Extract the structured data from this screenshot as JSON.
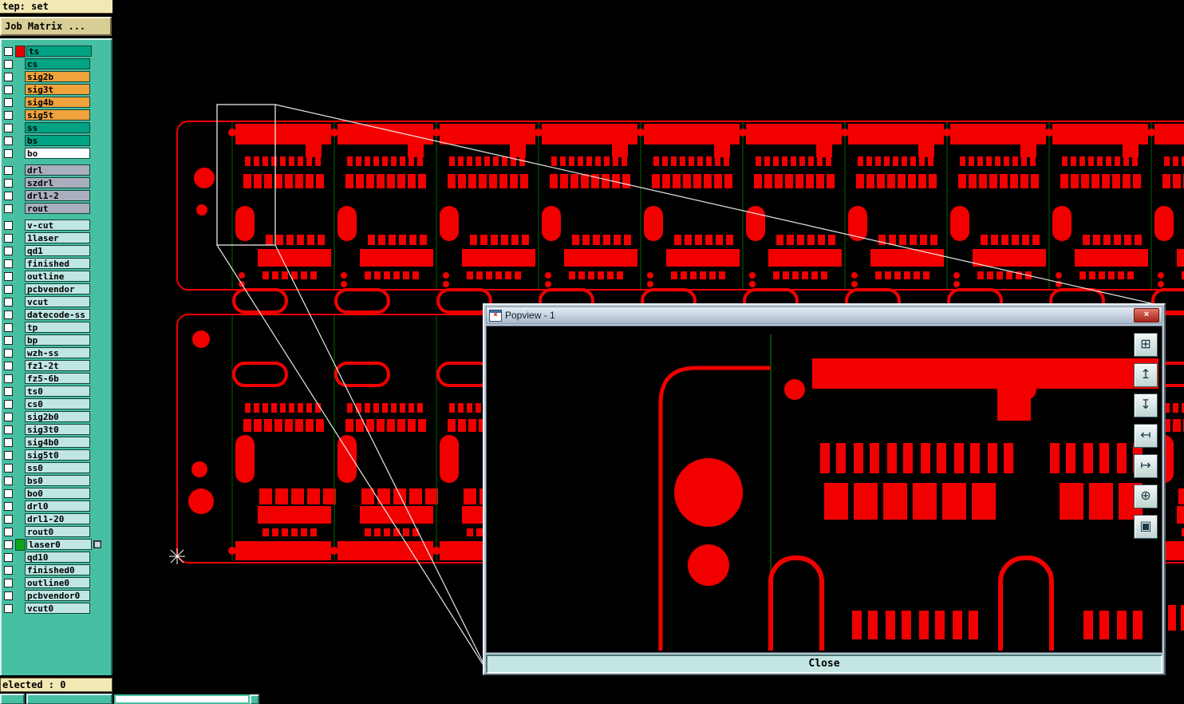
{
  "window": {
    "step_field": "tep: set",
    "job_matrix_button": "Job Matrix ...",
    "status_bar": "elected : 0"
  },
  "popup": {
    "title": "Popview - 1",
    "icon_glyph": "×",
    "close_x": "×",
    "close_button": "Close",
    "tools": [
      {
        "name": "new-view",
        "glyph": "⊞"
      },
      {
        "name": "pan-up",
        "glyph": "↥"
      },
      {
        "name": "pan-down",
        "glyph": "↧"
      },
      {
        "name": "pan-left",
        "glyph": "↤"
      },
      {
        "name": "pan-right",
        "glyph": "↦"
      },
      {
        "name": "zoom-center",
        "glyph": "⊕"
      },
      {
        "name": "fit-view",
        "glyph": "▣"
      }
    ]
  },
  "colors": {
    "panel_teal": "#47BFA2",
    "pcb_red": "#F20000",
    "profile_green": "#006400",
    "layer_green": "#00A383",
    "layer_orange": "#F0A23C",
    "layer_gray": "#A9AFBE",
    "layer_pale": "#BFE6E2",
    "layer_white": "#FFFFFF",
    "marker_red": "#E00000",
    "marker_green": "#10A31C"
  },
  "layers": {
    "items": [
      {
        "name": "ts",
        "color": "#00A383",
        "marker": "#E00000"
      },
      {
        "name": "cs",
        "color": "#00A383"
      },
      {
        "name": "sig2b",
        "color": "#F0A23C"
      },
      {
        "name": "sig3t",
        "color": "#F0A23C"
      },
      {
        "name": "sig4b",
        "color": "#F0A23C"
      },
      {
        "name": "sig5t",
        "color": "#F0A23C"
      },
      {
        "name": "ss",
        "color": "#00A383"
      },
      {
        "name": "bs",
        "color": "#00A383"
      },
      {
        "name": "bo",
        "color": "#FFFFFF"
      },
      {
        "gap": true
      },
      {
        "name": "drl",
        "color": "#A9AFBE"
      },
      {
        "name": "szdrl",
        "color": "#A9AFBE"
      },
      {
        "name": "drl1-2",
        "color": "#A9AFBE"
      },
      {
        "name": "rout",
        "color": "#A9AFBE"
      },
      {
        "gap": true
      },
      {
        "name": "v-cut",
        "color": "#BFE6E2"
      },
      {
        "name": "1laser",
        "color": "#BFE6E2"
      },
      {
        "name": "qd1",
        "color": "#BFE6E2"
      },
      {
        "name": "finished",
        "color": "#BFE6E2"
      },
      {
        "name": "outline",
        "color": "#BFE6E2"
      },
      {
        "name": "pcbvendor",
        "color": "#BFE6E2"
      },
      {
        "name": "vcut",
        "color": "#BFE6E2"
      },
      {
        "name": "datecode-ss",
        "color": "#BFE6E2"
      },
      {
        "name": "tp",
        "color": "#BFE6E2"
      },
      {
        "name": "bp",
        "color": "#BFE6E2"
      },
      {
        "name": "wzh-ss",
        "color": "#BFE6E2"
      },
      {
        "name": "fz1-2t",
        "color": "#BFE6E2"
      },
      {
        "name": "fz5-6b",
        "color": "#BFE6E2"
      },
      {
        "name": "ts0",
        "color": "#BFE6E2"
      },
      {
        "name": "cs0",
        "color": "#BFE6E2"
      },
      {
        "name": "sig2b0",
        "color": "#BFE6E2"
      },
      {
        "name": "sig3t0",
        "color": "#BFE6E2"
      },
      {
        "name": "sig4b0",
        "color": "#BFE6E2"
      },
      {
        "name": "sig5t0",
        "color": "#BFE6E2"
      },
      {
        "name": "ss0",
        "color": "#BFE6E2"
      },
      {
        "name": "bs0",
        "color": "#BFE6E2"
      },
      {
        "name": "bo0",
        "color": "#BFE6E2"
      },
      {
        "name": "drl0",
        "color": "#BFE6E2"
      },
      {
        "name": "drl1-20",
        "color": "#BFE6E2"
      },
      {
        "name": "rout0",
        "color": "#BFE6E2"
      },
      {
        "name": "laser0",
        "color": "#BFE6E2",
        "marker": "#10A31C",
        "attach": true
      },
      {
        "name": "qd10",
        "color": "#BFE6E2"
      },
      {
        "name": "finished0",
        "color": "#BFE6E2"
      },
      {
        "name": "outline0",
        "color": "#BFE6E2"
      },
      {
        "name": "pcbvendor0",
        "color": "#BFE6E2"
      },
      {
        "name": "vcut0",
        "color": "#BFE6E2"
      }
    ]
  }
}
